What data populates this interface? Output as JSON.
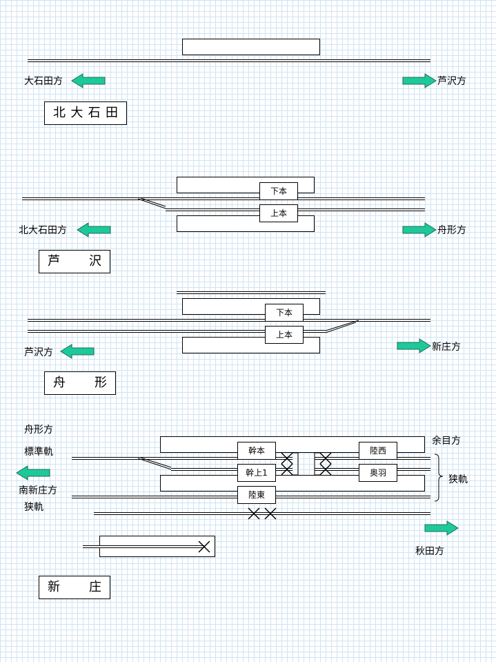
{
  "stations": {
    "kitaoishida": {
      "name": [
        "北",
        "大",
        "石",
        "田"
      ],
      "left_direction": "大石田方",
      "right_direction": "芦沢方"
    },
    "ashizawa": {
      "name": [
        "芦",
        "沢"
      ],
      "left_direction": "北大石田方",
      "right_direction": "舟形方",
      "track_labels": [
        "下本",
        "上本"
      ]
    },
    "funagata": {
      "name": [
        "舟",
        "形"
      ],
      "left_direction": "芦沢方",
      "right_direction": "新庄方",
      "track_labels": [
        "下本",
        "上本"
      ]
    },
    "shinjo": {
      "name": [
        "新",
        "庄"
      ],
      "left_direction_top": "舟形方",
      "left_gauge_top": "標準軌",
      "left_direction_bottom": "南新庄方",
      "left_gauge_bottom": "狭軌",
      "right_direction_top": "余目方",
      "right_gauge": "狭軌",
      "right_direction_bottom": "秋田方",
      "track_labels": [
        "幹本",
        "幹上1",
        "陸東",
        "陸西",
        "奥羽"
      ]
    }
  },
  "colors": {
    "arrow_fill": "#1dc99a",
    "arrow_stroke": "#1e6b55",
    "grid": "#cfe3f3"
  },
  "icons": {
    "arrow": "arrow-icon",
    "buffer_stop": "x-mark-icon"
  }
}
